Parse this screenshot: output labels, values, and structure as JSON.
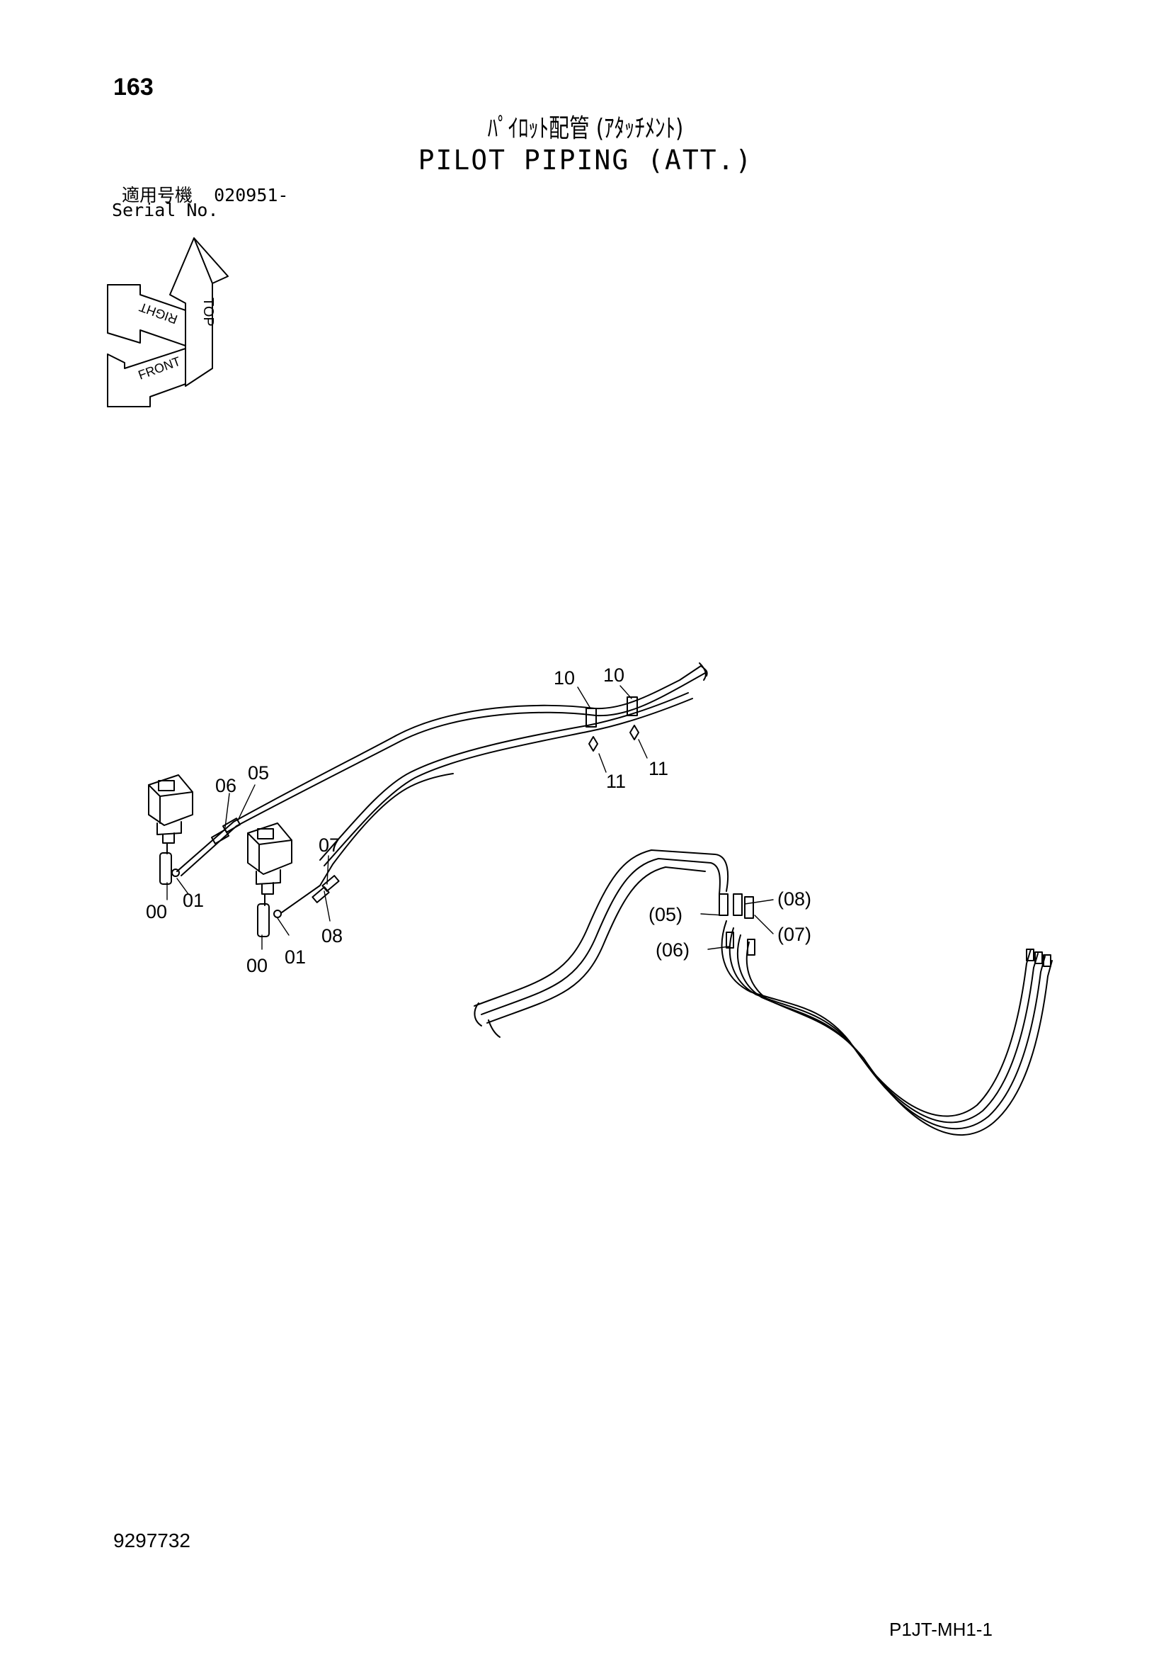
{
  "header": {
    "page_number": "163",
    "title_jp": "ﾊﾟｲﾛｯﾄ配管 (ｱﾀｯﾁﾒﾝﾄ)",
    "title_en": "PILOT PIPING (ATT.)",
    "serial_label_jp": "適用号機",
    "serial_value": "020951-",
    "serial_label_en": "Serial No."
  },
  "orientation": {
    "top": "TOP",
    "right": "RIGHT",
    "front": "FRONT"
  },
  "callouts": {
    "c10a": "10",
    "c10b": "10",
    "c11a": "11",
    "c11b": "11",
    "c06": "06",
    "c05": "05",
    "c07": "07",
    "c08": "08",
    "c00a": "00",
    "c01a": "01",
    "c00b": "00",
    "c01b": "01",
    "c05p": "(05)",
    "c06p": "(06)",
    "c07p": "(07)",
    "c08p": "(08)"
  },
  "footer": {
    "doc_number": "9297732",
    "sheet_code": "P1JT-MH1-1"
  }
}
